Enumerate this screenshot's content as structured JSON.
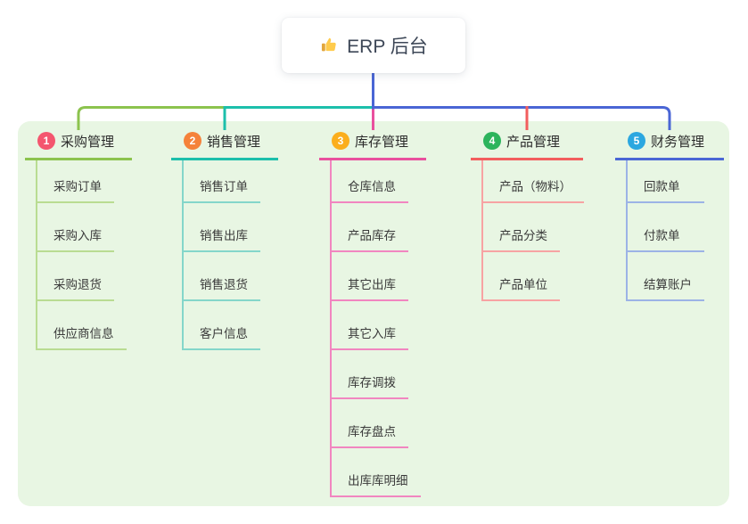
{
  "root": {
    "label": "ERP 后台",
    "icon": "thumbs-up-icon"
  },
  "branches": [
    {
      "num": "1",
      "label": "采购管理",
      "badge_color": "#f4566e",
      "line_color": "#8cc34e",
      "child_line_color": "#b9dc92",
      "children": [
        "采购订单",
        "采购入库",
        "采购退货",
        "供应商信息"
      ]
    },
    {
      "num": "2",
      "label": "销售管理",
      "badge_color": "#f5823a",
      "line_color": "#1cbfab",
      "child_line_color": "#84d6ca",
      "children": [
        "销售订单",
        "销售出库",
        "销售退货",
        "客户信息"
      ]
    },
    {
      "num": "3",
      "label": "库存管理",
      "badge_color": "#fbae1d",
      "line_color": "#e9509e",
      "child_line_color": "#f186c0",
      "children": [
        "仓库信息",
        "产品库存",
        "其它出库",
        "其它入库",
        "库存调拨",
        "库存盘点",
        "出库库明细"
      ]
    },
    {
      "num": "4",
      "label": "产品管理",
      "badge_color": "#2cb45c",
      "line_color": "#f25e5e",
      "child_line_color": "#f7a3a3",
      "children": [
        "产品（物料）",
        "产品分类",
        "产品单位"
      ]
    },
    {
      "num": "5",
      "label": "财务管理",
      "badge_color": "#2ba7e0",
      "line_color": "#4a66d5",
      "child_line_color": "#9cb3e6",
      "children": [
        "回款单",
        "付款单",
        "结算账户"
      ]
    }
  ],
  "colors": {
    "panel_bg": "#e8f6e3",
    "root_stem": "#4a66d5",
    "root_text": "#3d4757",
    "node_text": "#3a3a3a",
    "thumb_yellow": "#ffcb4c",
    "thumb_cuff": "#e2a63d"
  }
}
